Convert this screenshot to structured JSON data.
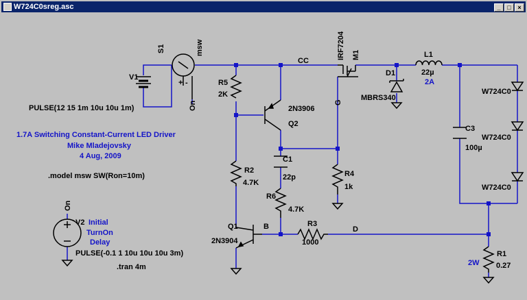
{
  "window": {
    "title": "W724C0sreg.asc",
    "minimize_label": "_",
    "maximize_label": "□",
    "close_label": "×"
  },
  "comments": {
    "desc_line1": "1.7A Switching Constant-Current LED Driver",
    "desc_line2": "Mike Mladejovsky",
    "desc_line3": "4 Aug, 2009",
    "model": ".model msw SW(Ron=10m)",
    "tran": ".tran 4m"
  },
  "components": {
    "v1": {
      "name": "V1",
      "value": "PULSE(12 15 1m 10u 10u 1m)"
    },
    "s1": {
      "name": "S1",
      "model": "msw",
      "control": "On",
      "plus": "+",
      "minus": "-"
    },
    "r5": {
      "name": "R5",
      "value": "2K"
    },
    "q2": {
      "name": "Q2",
      "model": "2N3906"
    },
    "m1": {
      "name": "M1",
      "model": "IRF7204"
    },
    "d1": {
      "name": "D1",
      "model": "MBRS340"
    },
    "l1": {
      "name": "L1",
      "value": "22µ",
      "rating": "2A"
    },
    "c1": {
      "name": "C1",
      "value": "22p"
    },
    "r2": {
      "name": "R2",
      "value": "4.7K"
    },
    "r6": {
      "name": "R6",
      "value": "4.7K"
    },
    "r4": {
      "name": "R4",
      "value": "1k"
    },
    "c3": {
      "name": "C3",
      "value": "100µ"
    },
    "leds": [
      "W724C0",
      "W724C0",
      "W724C0"
    ],
    "q1": {
      "name": "Q1",
      "model": "2N3904"
    },
    "r3": {
      "name": "R3",
      "value": "1000"
    },
    "r1": {
      "name": "R1",
      "value": "0.27",
      "rating": "2W"
    },
    "v2": {
      "name": "V2",
      "label_line1": "Initial",
      "label_line2": "TurnOn",
      "label_line3": "Delay",
      "value": "PULSE(-0.1 1 10u 10u 10u 3m)",
      "plus": "+",
      "minus": "-"
    }
  },
  "nets": {
    "cc": "CC",
    "g": "G",
    "b": "B",
    "d": "D",
    "on": "On"
  },
  "colors": {
    "wire": "#1414c8",
    "component": "#000000",
    "background": "#c0c0c0",
    "titlebar": "#0a246a"
  }
}
